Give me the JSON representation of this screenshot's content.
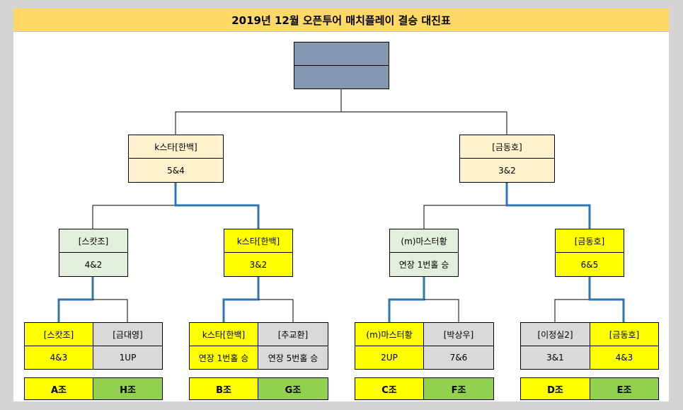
{
  "title": "2019년 12월 오픈투어 매치플레이 결승 대진표",
  "colors": {
    "title_bg": "#ffd966",
    "champion_bg": "#8496b0",
    "semi_bg": "#fff2cc",
    "quarter_bg": "#e2efda",
    "winner_bg": "#ffff00",
    "loser_bg": "#d9d9d9",
    "group_green": "#92d050",
    "winner_line": "#2e75b6"
  },
  "semifinals": [
    {
      "name": "k스타[한백]",
      "score": "5&4"
    },
    {
      "name": "[금동호]",
      "score": "3&2"
    }
  ],
  "quarterfinals": [
    {
      "name": "[스캇조]",
      "score": "4&2"
    },
    {
      "name": "k스타[한백]",
      "score": "3&2"
    },
    {
      "name": "(m)마스터황",
      "score": "연장 1번홀 승"
    },
    {
      "name": "[금동호]",
      "score": "6&5"
    }
  ],
  "round1": [
    {
      "name": "[스캇조]",
      "score": "4&3"
    },
    {
      "name": "[금대영]",
      "score": "1UP"
    },
    {
      "name": "k스타[한백]",
      "score": "연장 1번홀 승"
    },
    {
      "name": "[추교환]",
      "score": "연장 5번홀 승"
    },
    {
      "name": "(m)마스터황",
      "score": "2UP"
    },
    {
      "name": "[박상우]",
      "score": "7&6"
    },
    {
      "name": "[이정실2]",
      "score": "3&1"
    },
    {
      "name": "[금동호]",
      "score": "4&3"
    }
  ],
  "groups": [
    "A조",
    "H조",
    "B조",
    "G조",
    "C조",
    "F조",
    "D조",
    "E조"
  ]
}
